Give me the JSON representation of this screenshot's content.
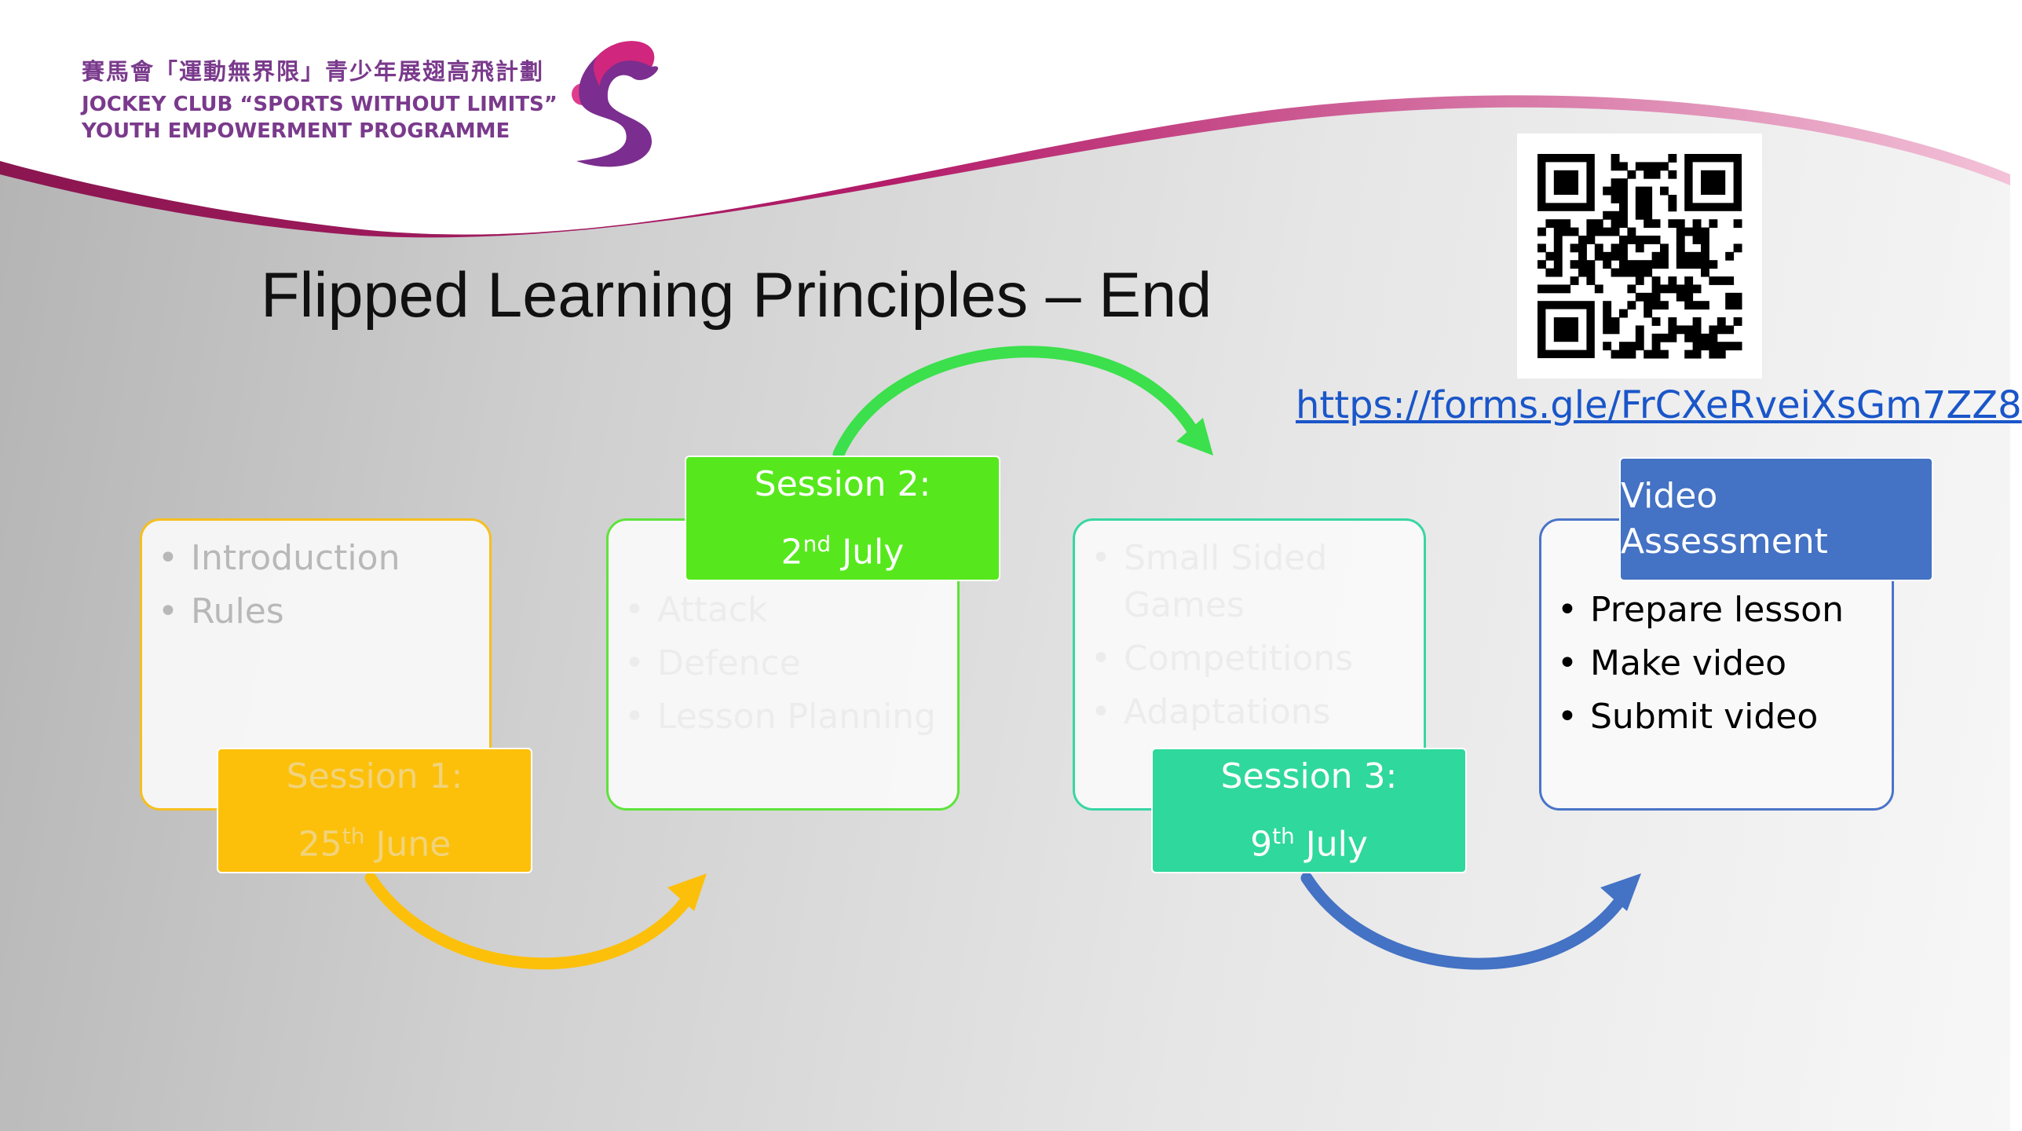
{
  "logo": {
    "chinese_name": "賽馬會「運動無界限」青少年展翅高飛計劃",
    "english_line1": "JOCKEY CLUB “SPORTS WITHOUT LIMITS”",
    "english_line2": "YOUTH EMPOWERMENT PROGRAMME"
  },
  "title": "Flipped Learning Principles – End",
  "qr": {
    "link": "https://forms.gle/FrCXeRveiXsGm7ZZ8"
  },
  "sessions": [
    {
      "label": "Session 1:",
      "day": "25",
      "suffix": "th",
      "month": "June",
      "topics": [
        "Introduction",
        "Rules"
      ]
    },
    {
      "label": "Session 2:",
      "day": "2",
      "suffix": "nd",
      "month": "July",
      "topics": [
        "Attack",
        "Defence",
        "Lesson Planning"
      ]
    },
    {
      "label": "Session 3:",
      "day": "9",
      "suffix": "th",
      "month": "July",
      "topics": [
        "Small Sided Games",
        "Competitions",
        "Adaptations"
      ]
    }
  ],
  "assessment": {
    "label": "Video Assessment",
    "tasks": [
      "Prepare lesson",
      "Make video",
      "Submit video"
    ]
  },
  "colors": {
    "session1": "#FCC00B",
    "session2": "#56E81C",
    "session3": "#2FD89D",
    "assessment": "#4472C4",
    "logo_magenta": "#C0267A",
    "logo_purple": "#6B2E8F"
  }
}
